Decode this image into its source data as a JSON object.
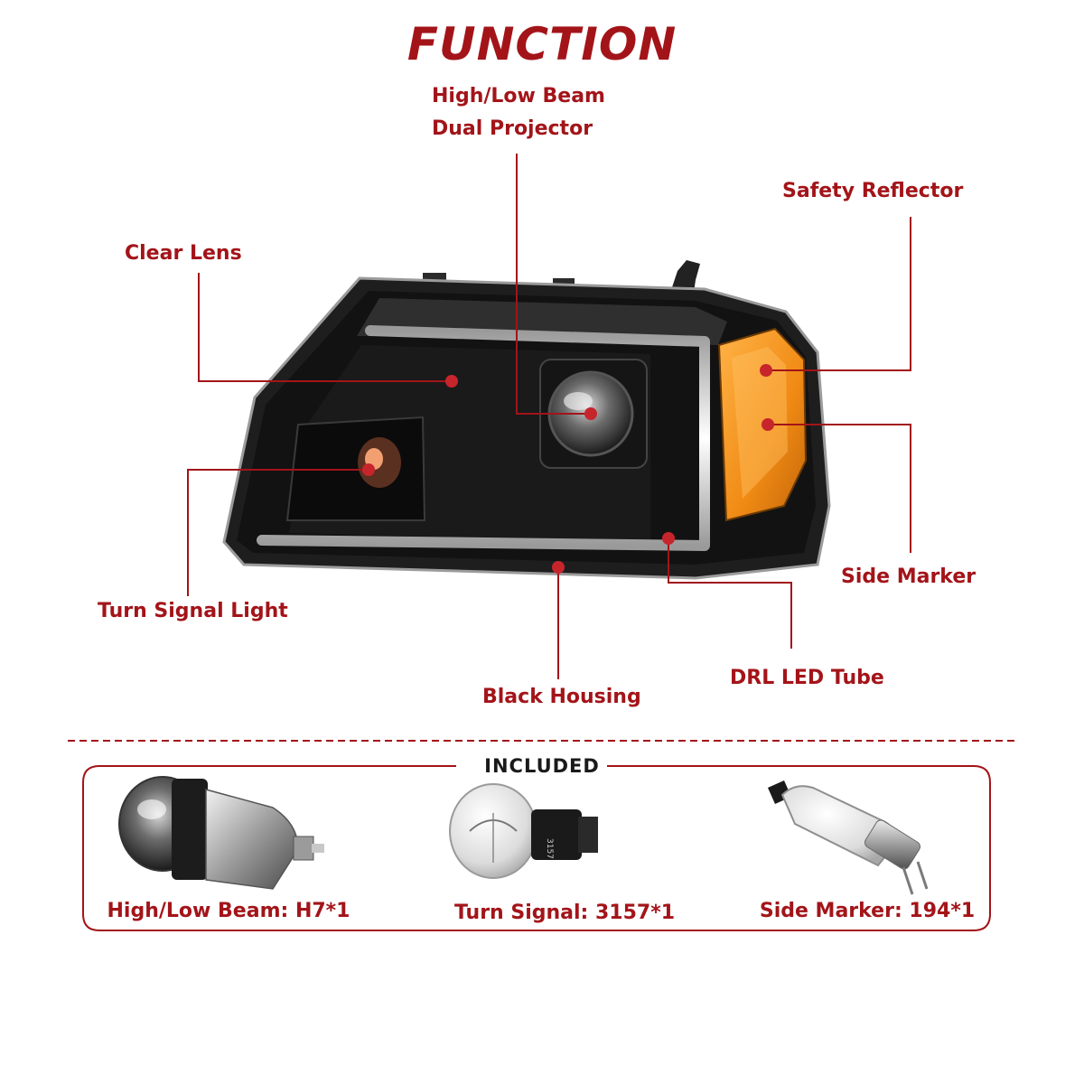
{
  "header": {
    "title": "FUNCTION"
  },
  "callouts": {
    "projector_line1": "High/Low Beam",
    "projector_line2": "Dual Projector",
    "safety_reflector": "Safety Reflector",
    "clear_lens": "Clear Lens",
    "side_marker": "Side Marker",
    "turn_signal_light": "Turn Signal Light",
    "drl_led_tube": "DRL LED Tube",
    "black_housing": "Black Housing"
  },
  "included": {
    "title": "INCLUDED",
    "items": [
      {
        "label": "High/Low Beam: H7*1",
        "icon": "projector-bulb-icon"
      },
      {
        "label": "Turn Signal: 3157*1",
        "icon": "turn-signal-bulb-icon"
      },
      {
        "label": "Side Marker: 194*1",
        "icon": "side-marker-bulb-icon"
      }
    ]
  },
  "colors": {
    "accent": "#a31419",
    "amber": "#f08a14",
    "housing": "#161616"
  }
}
